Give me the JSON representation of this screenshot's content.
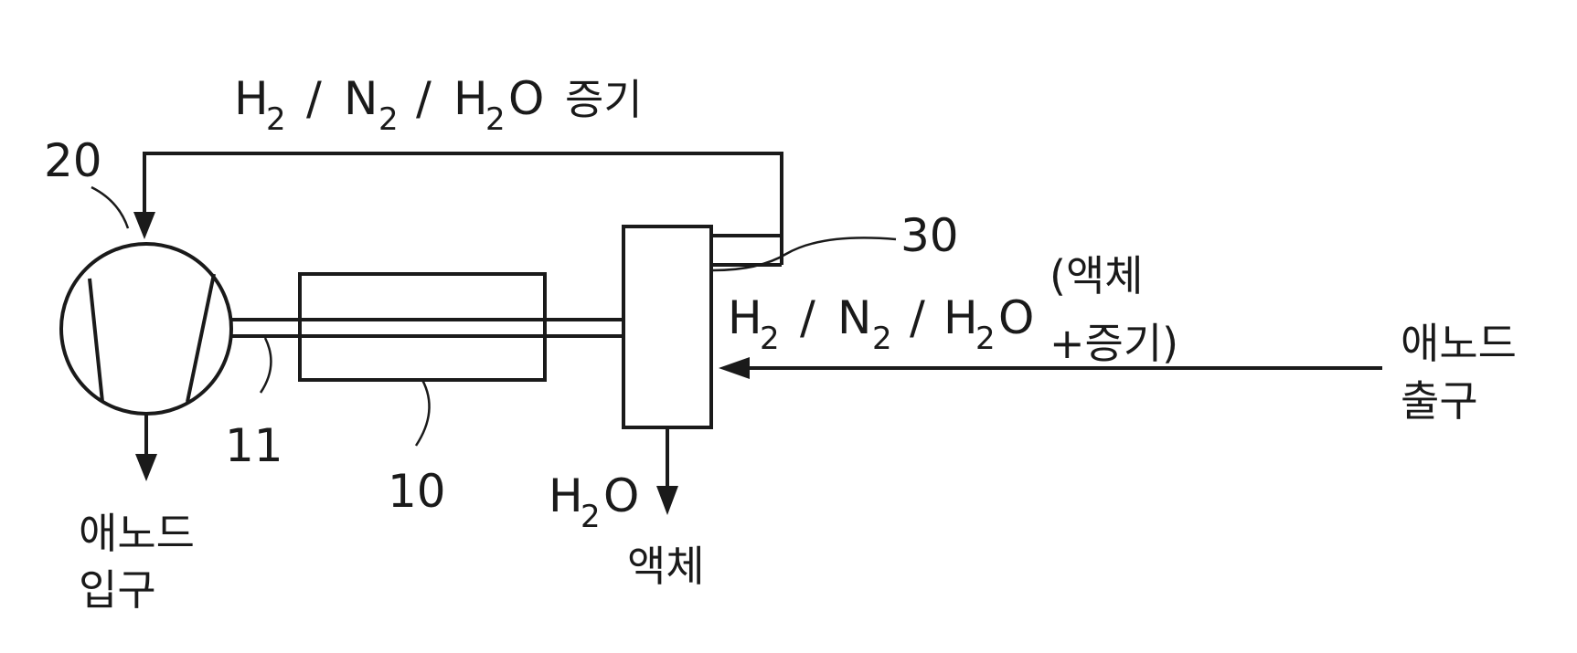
{
  "labels": {
    "recirc_gas": {
      "h": "H",
      "sub2": "2",
      "n": "N",
      "h2o_o": "O",
      "slash": "/",
      "suffix": "증기"
    },
    "inlet_mix": {
      "h": "H",
      "sub2": "2",
      "n": "N",
      "o": "O",
      "slash": "/",
      "paren_top": "(액체",
      "paren_bottom": "+증기)"
    },
    "drain_water": {
      "h": "H",
      "sub2": "2",
      "o": "O",
      "word": "액체"
    },
    "anode_inlet": {
      "line1": "애노드",
      "line2": "입구"
    },
    "anode_outlet": {
      "line1": "애노드",
      "line2": "출구"
    }
  },
  "components": {
    "blower": "20",
    "ejector": "10",
    "ejector_pipe": "11",
    "separator": "30"
  }
}
